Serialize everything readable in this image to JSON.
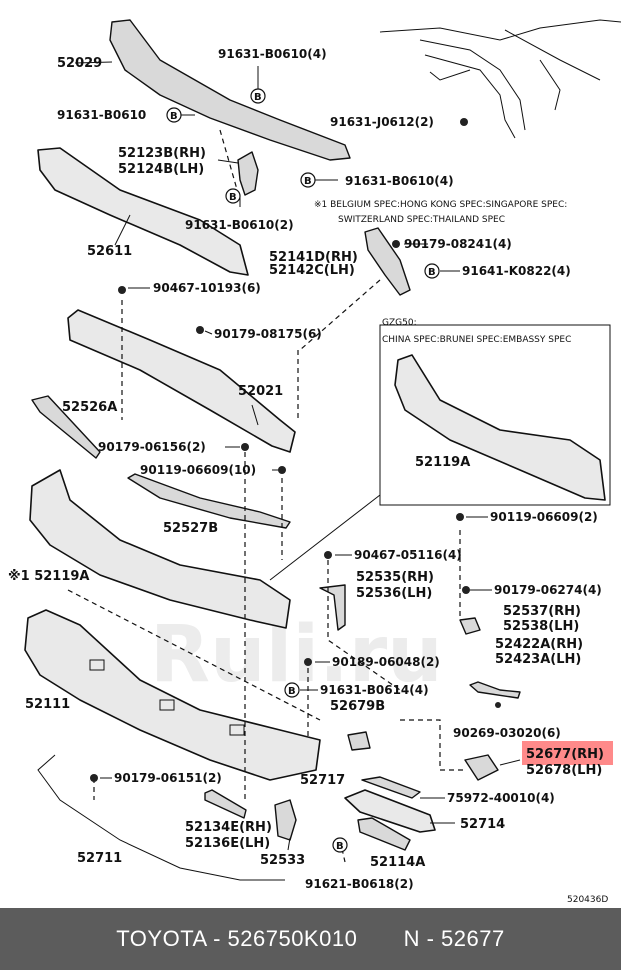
{
  "labels": {
    "p52029": "52029",
    "b0610_4_top": "91631-B0610(4)",
    "b0610_left": "91631-B0610",
    "j0612": "91631-J0612(2)",
    "p52123": "52123B(RH)",
    "p52124": "52124B(LH)",
    "b0610_4_mid": "91631-B0610(4)",
    "b0610_2": "91631-B0610(2)",
    "p52611": "52611",
    "note1_line1": "※1 BELGIUM SPEC:HONG KONG SPEC:SINGAPORE SPEC:",
    "note1_line2": "SWITZERLAND SPEC:THAILAND SPEC",
    "p08241": "90179-08241(4)",
    "p52141": "52141D(RH)",
    "p52142": "52142C(LH)",
    "k0822": "91641-K0822(4)",
    "p10193": "90467-10193(6)",
    "p08175": "90179-08175(6)",
    "gzg_line1": "GZG50:",
    "gzg_line2": "CHINA SPEC:BRUNEI SPEC:EMBASSY SPEC",
    "p52526": "52526A",
    "p52021": "52021",
    "p06156": "90179-06156(2)",
    "p06609_10": "90119-06609(10)",
    "p52119_inset": "52119A",
    "p52527": "52527B",
    "p06609_2": "90119-06609(2)",
    "p05116": "90467-05116(4)",
    "p52119_main": "※1 52119A",
    "p52535": "52535(RH)",
    "p52536": "52536(LH)",
    "p06274": "90179-06274(4)",
    "p52537": "52537(RH)",
    "p52538": "52538(LH)",
    "p52422": "52422A(RH)",
    "p52423": "52423A(LH)",
    "p06048": "90189-06048(2)",
    "p52111": "52111",
    "b0614": "91631-B0614(4)",
    "p52679": "52679B",
    "p03020": "90269-03020(6)",
    "p52677": "52677(RH)",
    "p52678": "52678(LH)",
    "p06151": "90179-06151(2)",
    "p52717": "52717",
    "p40010": "75972-40010(4)",
    "p52714": "52714",
    "p52134": "52134E(RH)",
    "p52136": "52136E(LH)",
    "p52711": "52711",
    "p52533": "52533",
    "p52114": "52114A",
    "b0618": "91621-B0618(2)",
    "diagram_code": "520436D",
    "circle_b": "B"
  },
  "footer": {
    "text": "TOYOTA - 526750K010       N - 52677"
  },
  "watermark": "Ruli.ru",
  "colors": {
    "highlight": "#ff8a8a",
    "footer_bg": "#5c5c5c"
  }
}
